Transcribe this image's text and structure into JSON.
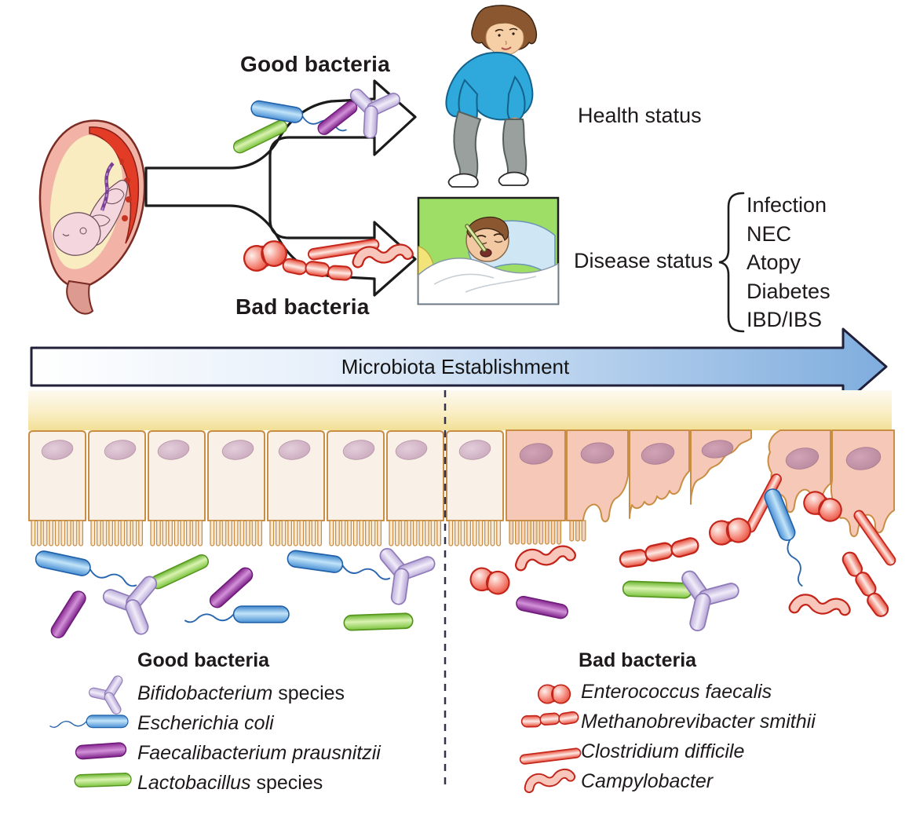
{
  "figure": {
    "good_bacteria_label": "Good bacteria",
    "bad_bacteria_label": "Bad bacteria",
    "health_status_label": "Health status",
    "disease_status_label": "Disease status",
    "disease_list": [
      "Infection",
      "NEC",
      "Atopy",
      "Diabetes",
      "IBD/IBS"
    ],
    "timeline_label": "Microbiota Establishment"
  },
  "legend_good": {
    "title": "Good bacteria",
    "items": [
      {
        "icon": "bifidobacterium-icon",
        "italic": "Bifidobacterium",
        "roman": " species"
      },
      {
        "icon": "escherichia-coli-icon",
        "italic": "Escherichia coli",
        "roman": ""
      },
      {
        "icon": "faecalibacterium-icon",
        "italic": "Faecalibacterium prausnitzii",
        "roman": ""
      },
      {
        "icon": "lactobacillus-icon",
        "italic": "Lactobacillus",
        "roman": " species"
      }
    ]
  },
  "legend_bad": {
    "title": "Bad bacteria",
    "items": [
      {
        "icon": "enterococcus-icon",
        "italic": "Enterococcus faecalis",
        "roman": ""
      },
      {
        "icon": "methanobrevibacter-icon",
        "italic": "Methanobrevibacter smithii",
        "roman": ""
      },
      {
        "icon": "clostridium-icon",
        "italic": "Clostridium difficile",
        "roman": ""
      },
      {
        "icon": "campylobacter-icon",
        "italic": "Campylobacter",
        "roman": ""
      }
    ]
  },
  "colors": {
    "ecoli_blue": "#4a90d4",
    "lactobacillus_green": "#6ab52e",
    "faecalibacterium_purple": "#8d2a96",
    "bifidobacterium_lavender": "#b4a3d6",
    "pathogen_red": "#e04030",
    "healthy_cell_fill": "#f9f0e7",
    "damaged_cell_fill": "#f6c8b8",
    "cell_border_tan": "#c98e44",
    "timeline_arrow_blue": "#7fadde",
    "mucus_band_yellow": "#f4e49c"
  }
}
